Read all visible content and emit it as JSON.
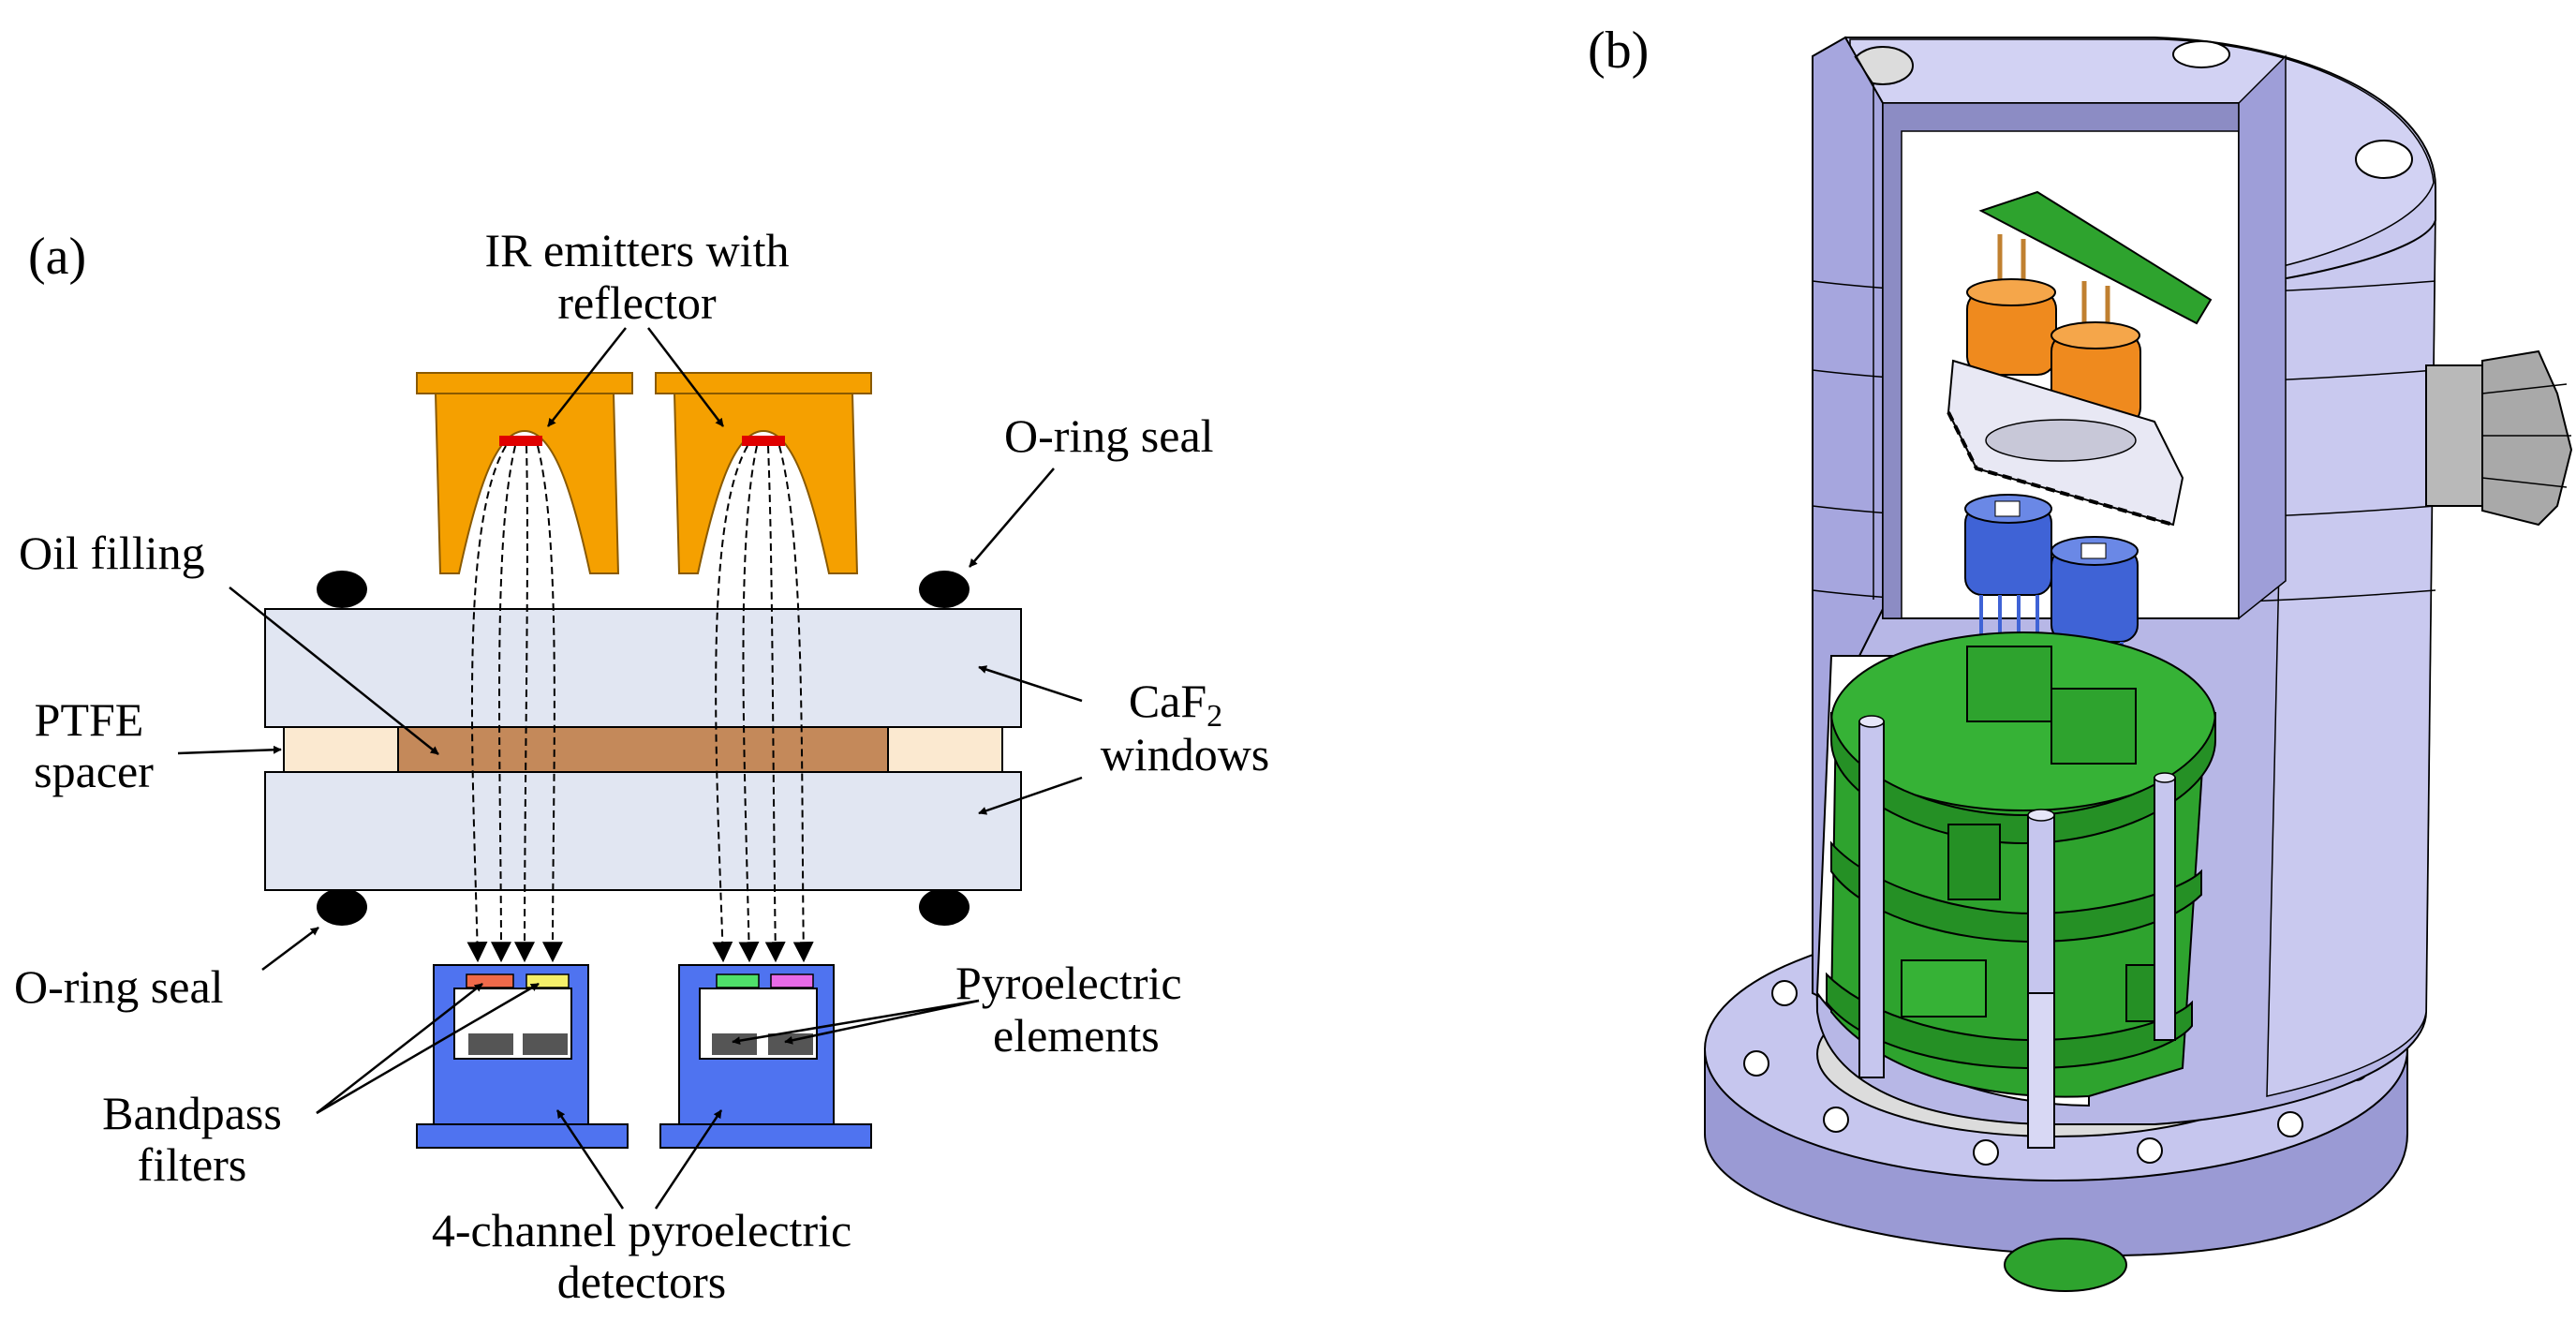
{
  "panel_a": {
    "tag": "(a)",
    "labels": {
      "ir_emitters_line1": "IR emitters with",
      "ir_emitters_line2": "reflector",
      "oring_top": "O-ring seal",
      "oil_filling": "Oil filling",
      "ptfe_line1": "PTFE",
      "ptfe_line2": "spacer",
      "caf2_base": "CaF",
      "caf2_sub": "2",
      "caf2_line2": "windows",
      "oring_bottom": "O-ring seal",
      "pyro_elements_line1": "Pyroelectric",
      "pyro_elements_line2": "elements",
      "bandpass_line1": "Bandpass",
      "bandpass_line2": "filters",
      "detectors_line1": "4-channel pyroelectric",
      "detectors_line2": "detectors"
    },
    "colors": {
      "emitter": "#f5a000",
      "emitter_outline": "#8a5a00",
      "window": "#e1e6f2",
      "oil": "#c4895a",
      "ptfe": "#fbe9d0",
      "detector": "#4f73f0",
      "filter_red": "#f06a4a",
      "filter_yellow": "#f5ef6a",
      "filter_green": "#4fe06a",
      "filter_magenta": "#e86ae8",
      "element": "#555555",
      "emitter_element": "#e00000"
    }
  },
  "panel_b": {
    "tag": "(b)",
    "colors": {
      "housing": "#b7b7e6",
      "housing_dark": "#8c8cc4",
      "pcb": "#2ea32e",
      "emitter_can": "#ef8a1e",
      "detector_can": "#3f63d6",
      "connector": "#b9b9b9"
    }
  }
}
